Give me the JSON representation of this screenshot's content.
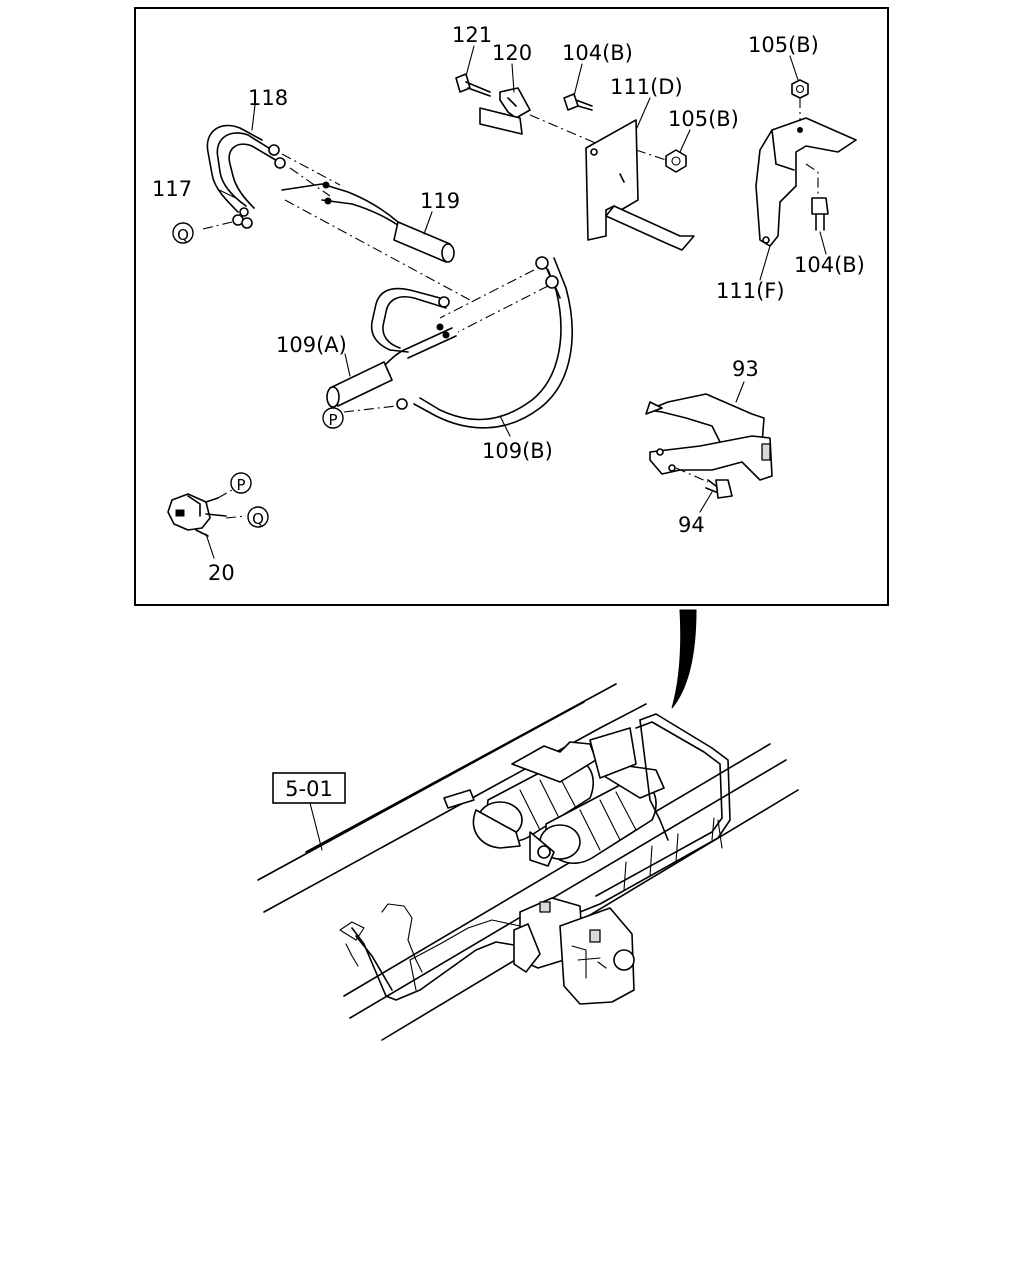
{
  "labels": {
    "l121": "121",
    "l120": "120",
    "l104b_top": "104(B)",
    "l111d": "111(D)",
    "l105b_mid": "105(B)",
    "l105b_top": "105(B)",
    "l118": "118",
    "l117": "117",
    "l119": "119",
    "l104b_right": "104(B)",
    "l111f": "111(F)",
    "l109a": "109(A)",
    "l109b": "109(B)",
    "l93": "93",
    "l94": "94",
    "l20": "20",
    "ref": "5-01"
  },
  "markers": {
    "p": "P",
    "q": "Q"
  }
}
